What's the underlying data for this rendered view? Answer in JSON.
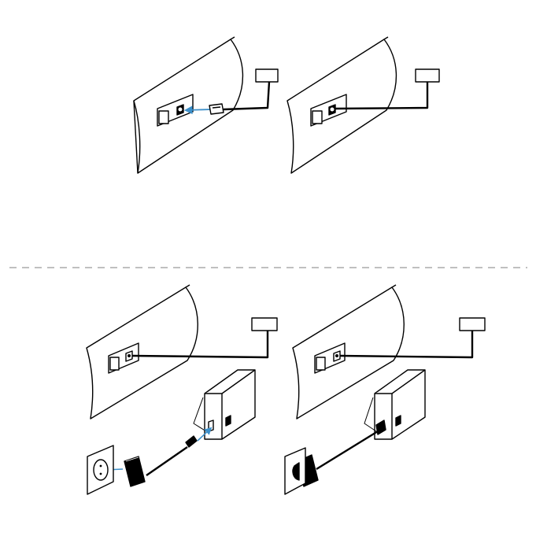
{
  "diagram": {
    "sections": [
      {
        "id": "top",
        "steps": [
          "cable-disconnected",
          "cable-connected"
        ]
      },
      {
        "id": "bottom",
        "steps": [
          "adapter-disconnected",
          "adapter-connected"
        ]
      }
    ],
    "icons": [
      "wall-device-icon",
      "cable-plug-icon",
      "wall-outlet-icon",
      "power-adapter-icon",
      "converter-box-icon"
    ],
    "colors": {
      "line": "#000000",
      "fill": "#ffffff",
      "arrow": "#3c8fc9",
      "divider": "#9a9a9a"
    }
  }
}
